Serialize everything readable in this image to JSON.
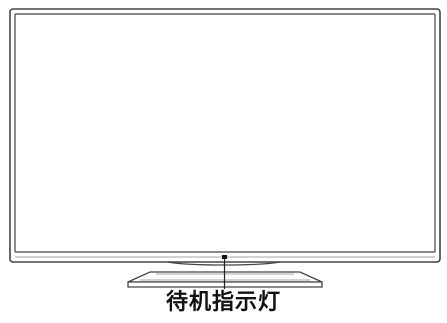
{
  "callout": {
    "label": "待机指示灯"
  },
  "colors": {
    "line": "#444444",
    "fill": "#ffffff",
    "label": "#111111",
    "indicator": "#111111"
  },
  "icons": {
    "television": "tv-outline",
    "indicator": "standby-led-dot"
  }
}
